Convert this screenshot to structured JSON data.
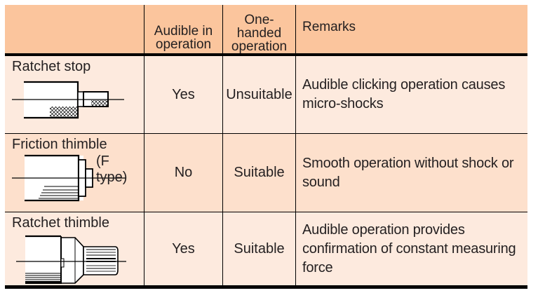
{
  "table": {
    "header": {
      "col0": "",
      "col1": [
        "Audible in",
        "operation"
      ],
      "col2": [
        "One-",
        "handed",
        "operation"
      ],
      "col3": "Remarks"
    },
    "rows": [
      {
        "name": "Ratchet stop",
        "illustration": "ratchet-stop-illustration",
        "audible": "Yes",
        "one_handed": "Unsuitable",
        "remarks": [
          "Audible clicking operation causes",
          "micro-shocks"
        ]
      },
      {
        "name": "Friction thimble",
        "type_note": "(F type)",
        "illustration": "friction-thimble-illustration",
        "audible": "No",
        "one_handed": "Suitable",
        "remarks": [
          "Smooth operation without shock or",
          "sound"
        ]
      },
      {
        "name": "Ratchet thimble",
        "illustration": "ratchet-thimble-illustration",
        "audible": "Yes",
        "one_handed": "Suitable",
        "remarks": [
          "Audible operation provides",
          "confirmation of constant measuring",
          "force"
        ]
      }
    ]
  },
  "colors": {
    "header_bg": "#fbc59d",
    "row_light_bg": "#fdeade",
    "row_dark_bg": "#fde0cc",
    "rule": "#000000"
  }
}
